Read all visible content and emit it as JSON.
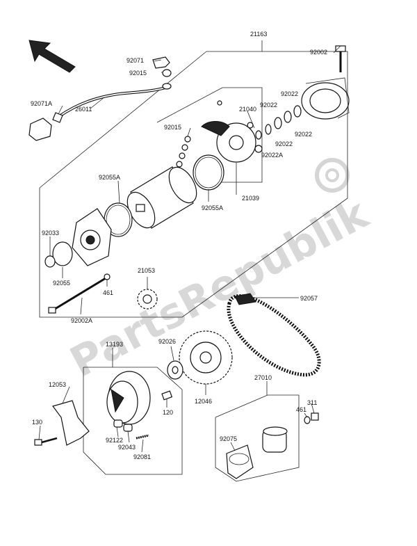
{
  "labels": {
    "l21163": "21163",
    "l92002": "92002",
    "l92071": "92071",
    "l92015a": "92015",
    "l92071a": "92071A",
    "l26011": "26011",
    "l92022a": "92022",
    "l92022b": "92022",
    "l92022c": "92022",
    "l92022d": "92022",
    "l21040": "21040",
    "l92015b": "92015",
    "l92022e": "92022A",
    "l92055a1": "92055A",
    "l92055a2": "92055A",
    "l21039": "21039",
    "l92033": "92033",
    "l92055": "92055",
    "l461a": "461",
    "l21053": "21053",
    "l92002a": "92002A",
    "l92057": "92057",
    "l13193": "13193",
    "l92026": "92026",
    "l12053": "12053",
    "l120": "120",
    "l12046": "12046",
    "l27010": "27010",
    "l311": "311",
    "l461b": "461",
    "l130": "130",
    "l92122": "92122",
    "l92043": "92043",
    "l92081": "92081",
    "l92075": "92075"
  },
  "watermark": "PartsRepublik"
}
